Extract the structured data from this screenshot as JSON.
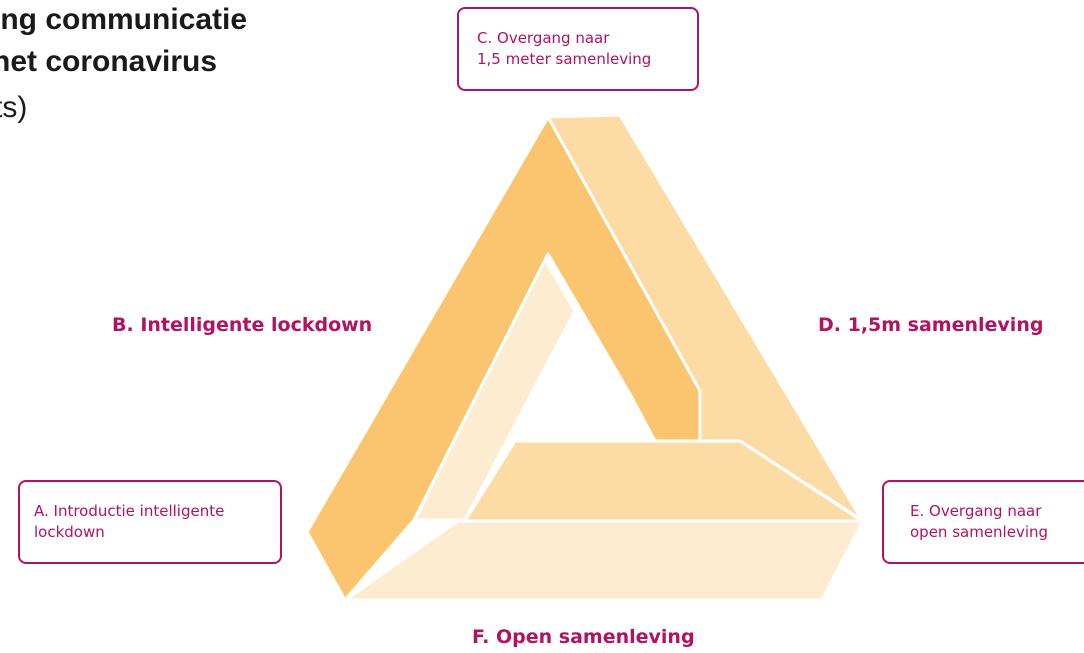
{
  "title": {
    "line1": "ing communicatie",
    "line2": "het coronavirus",
    "line3": "ts)"
  },
  "boxes": {
    "c": {
      "line1": "C. Overgang naar",
      "line2": "1,5 meter samenleving"
    },
    "a": {
      "line1": "A. Introductie intelligente",
      "line2": "lockdown"
    },
    "e": {
      "line1": "E. Overgang naar",
      "line2": "open samenleving"
    }
  },
  "phases": {
    "b": "B. Intelligente lockdown",
    "d": "D. 1,5m samenleving",
    "f": "F. Open samenleving"
  },
  "colors": {
    "accent": "#b2125f",
    "beam_dark": "#fbc56f",
    "beam_medium": "#fcdba4",
    "beam_light": "#feecd0"
  }
}
